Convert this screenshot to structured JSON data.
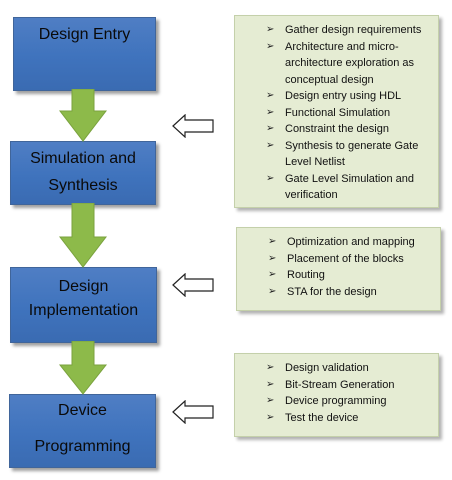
{
  "diagram": {
    "stages": [
      {
        "lines": [
          "Design Entry"
        ]
      },
      {
        "lines": [
          "Simulation and",
          "Synthesis"
        ]
      },
      {
        "lines": [
          "Design",
          "Implementation"
        ]
      },
      {
        "lines": [
          "Device",
          "Programming"
        ]
      }
    ],
    "panels": [
      {
        "items": [
          "Gather design requirements",
          "Architecture and micro-",
          "architecture exploration as",
          "conceptual design",
          "Design entry using HDL",
          "Functional Simulation",
          "Constraint the design",
          "Synthesis to generate Gate",
          "Level Netlist",
          "Gate Level Simulation and",
          "verification"
        ]
      },
      {
        "items": [
          "Optimization and mapping",
          "Placement of the blocks",
          "Routing",
          "STA for the design"
        ]
      },
      {
        "items": [
          "Design validation",
          "Bit-Stream Generation",
          "Device programming",
          "Test the device"
        ]
      }
    ],
    "panel_bullets": [
      [
        true,
        true,
        false,
        false,
        true,
        true,
        true,
        true,
        false,
        true,
        false
      ],
      [
        true,
        true,
        true,
        true
      ],
      [
        true,
        true,
        true,
        true
      ]
    ],
    "bullet_glyph": "➢",
    "colors": {
      "stage_fill": "#4177c0",
      "arrow_fill": "#8dba4a",
      "panel_fill": "#e5ecd3"
    }
  }
}
